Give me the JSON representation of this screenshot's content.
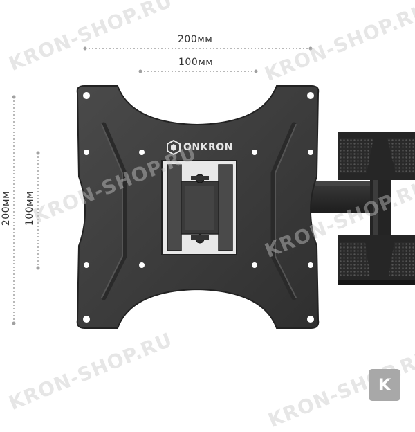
{
  "dimensions": {
    "top_outer": "200мм",
    "top_inner": "100мм",
    "left_outer": "200мм",
    "left_inner": "100мм"
  },
  "brand": {
    "logo_text": "ONKRON",
    "logo_icon": "onkron-hex-icon"
  },
  "watermark": {
    "text": "KRON-SHOP.RU",
    "badge_letter": "K"
  },
  "colors": {
    "plate": "#3b3b3b",
    "plate_edge": "#2a2a2a",
    "arm": "#2b2b2b",
    "dimension_line": "#a0a0a0"
  }
}
